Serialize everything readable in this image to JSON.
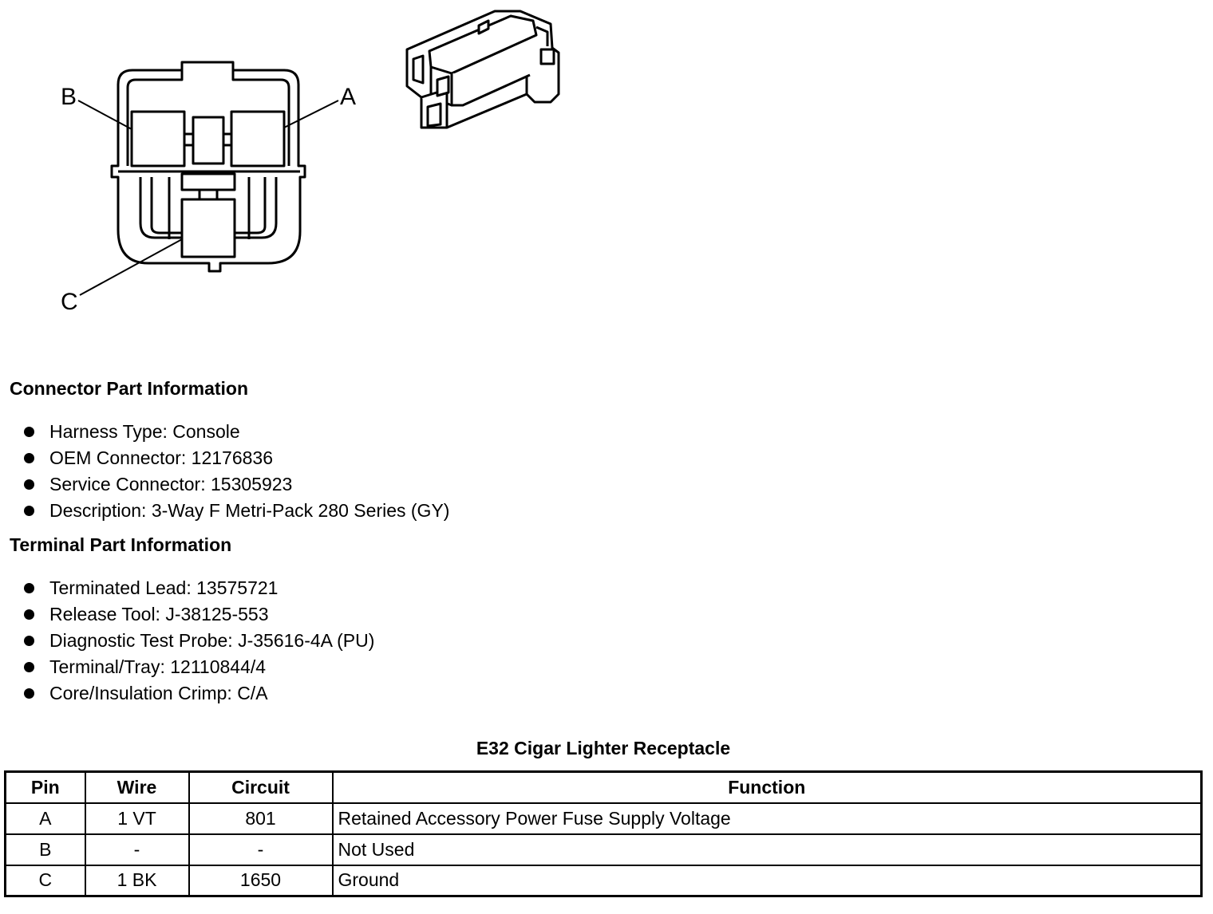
{
  "diagram": {
    "pin_labels": [
      "B",
      "A",
      "C"
    ]
  },
  "connector_info": {
    "heading": "Connector Part Information",
    "items": [
      "Harness Type: Console",
      "OEM Connector: 12176836",
      "Service Connector: 15305923",
      "Description: 3-Way F Metri-Pack 280 Series (GY)"
    ]
  },
  "terminal_info": {
    "heading": "Terminal Part Information",
    "items": [
      "Terminated Lead: 13575721",
      "Release Tool: J-38125-553",
      "Diagnostic Test Probe: J-35616-4A (PU)",
      "Terminal/Tray: 12110844/4",
      "Core/Insulation Crimp: C/A"
    ]
  },
  "table": {
    "title": "E32 Cigar Lighter Receptacle",
    "headers": [
      "Pin",
      "Wire",
      "Circuit",
      "Function"
    ],
    "rows": [
      [
        "A",
        "1 VT",
        "801",
        "Retained Accessory Power Fuse Supply Voltage"
      ],
      [
        "B",
        "-",
        "-",
        "Not Used"
      ],
      [
        "C",
        "1 BK",
        "1650",
        "Ground"
      ]
    ]
  }
}
